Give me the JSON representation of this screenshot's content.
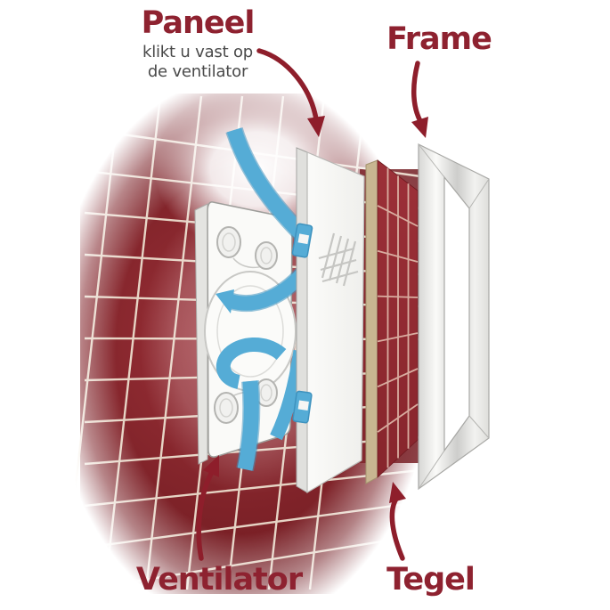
{
  "diagram": {
    "kind": "exploded-assembly-illustration",
    "parts": [
      {
        "id": "paneel",
        "label": "Paneel",
        "note": "klikt u vast op de ventilator"
      },
      {
        "id": "frame",
        "label": "Frame",
        "note": ""
      },
      {
        "id": "ventilator",
        "label": "Ventilator",
        "note": ""
      },
      {
        "id": "tegel",
        "label": "Tegel",
        "note": ""
      }
    ]
  },
  "labels": {
    "paneel": {
      "title": "Paneel",
      "subtitle_line1": "klikt u vast op",
      "subtitle_line2": "de ventilator"
    },
    "frame": {
      "title": "Frame"
    },
    "ventilator": {
      "title": "Ventilator"
    },
    "tegel": {
      "title": "Tegel"
    }
  },
  "colors": {
    "label_red": "#8E2230",
    "arrow_red": "#8E1E2B",
    "wall_tile_red": "#8E2A31",
    "wall_grout_cream": "#EFE3D2",
    "tegel_red": "#93282F",
    "tegel_grout_pink": "#DDB4A6",
    "tegel_edge_tan": "#C8B691",
    "strap_blue": "#55ACD6",
    "strap_blue_dark": "#3E92BE",
    "panel_white": "#F9F9F7",
    "subtitle_gray": "#4A4A4A"
  }
}
